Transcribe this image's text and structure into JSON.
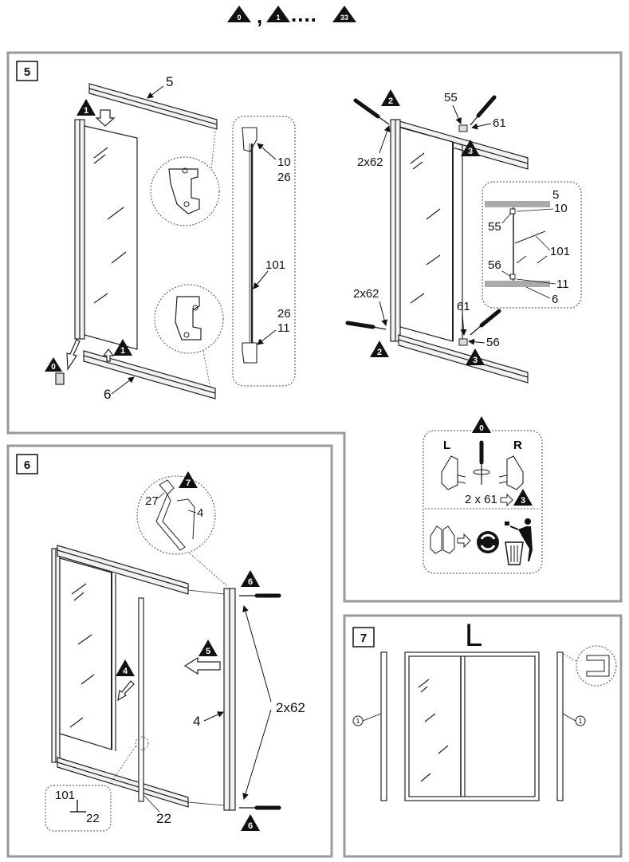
{
  "header": {
    "sequence_start": "0",
    "separator": ",",
    "sequence_second": "1",
    "dots": "....",
    "sequence_end": "33"
  },
  "step5": {
    "step_number": "5",
    "badges": {
      "b1a": "1",
      "b1b": "1",
      "b0": "0",
      "b2a": "2",
      "b2b": "2",
      "b3a": "3",
      "b3b": "3"
    },
    "labels": {
      "top_rail": "5",
      "bottom_rail": "6",
      "p10": "10",
      "p26a": "26",
      "p101": "101",
      "p26b": "26",
      "p11": "11",
      "screws_top": "2x62",
      "screws_bottom": "2x62",
      "p55": "55",
      "p61a": "61",
      "p61b": "61",
      "p56": "56",
      "d5": "5",
      "d10": "10",
      "d55": "55",
      "d101": "101",
      "d56": "56",
      "d11": "11",
      "d6": "6"
    },
    "tool_box": {
      "badge_top": "0",
      "left": "L",
      "right": "R",
      "screws": "2 x 61",
      "badge_arrow": "3"
    }
  },
  "step6": {
    "step_number": "6",
    "badges": {
      "b7": "7",
      "b6a": "6",
      "b6b": "6",
      "b5": "5",
      "b4": "4"
    },
    "labels": {
      "p27": "27",
      "p4a": "4",
      "p4b": "4",
      "screws": "2x62",
      "p101": "101",
      "p22a": "22",
      "p22b": "22"
    }
  },
  "step7": {
    "step_number": "7",
    "side": "L",
    "callout_left": "1",
    "callout_right": "1"
  }
}
